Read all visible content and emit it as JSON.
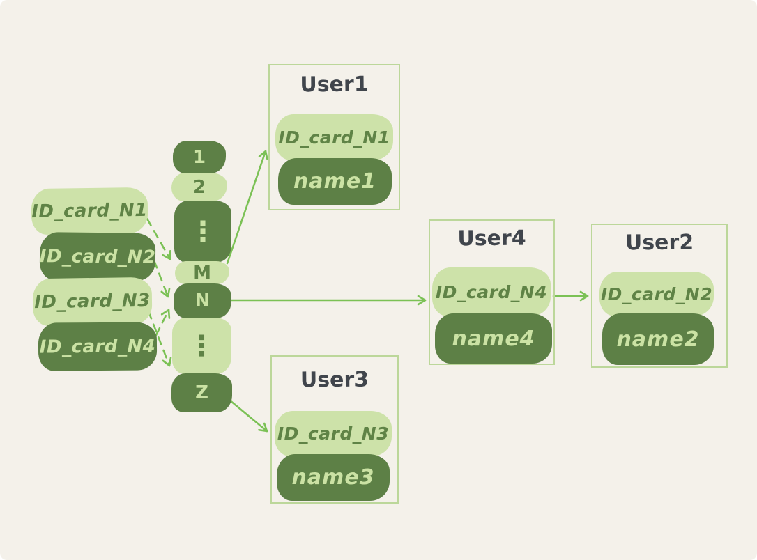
{
  "canvas": {
    "background": "#f4f1ea"
  },
  "palette": {
    "light_green": "#cde2a9",
    "dark_green": "#5d8046",
    "text_on_light": "#5f8346",
    "text_on_dark": "#cbe2a4",
    "box_border": "#bcd79a",
    "arrow_green": "#7bc155",
    "title_text": "#40454c"
  },
  "id_cards": [
    {
      "label": "ID_card_N1",
      "variant": "light"
    },
    {
      "label": "ID_card_N2",
      "variant": "dark"
    },
    {
      "label": "ID_card_N3",
      "variant": "light"
    },
    {
      "label": "ID_card_N4",
      "variant": "dark"
    }
  ],
  "buckets": [
    {
      "label": "1",
      "variant": "dark"
    },
    {
      "label": "2",
      "variant": "light"
    },
    {
      "label": "⋮",
      "variant": "dark"
    },
    {
      "label": "M",
      "variant": "light"
    },
    {
      "label": "N",
      "variant": "dark"
    },
    {
      "label": "⋮",
      "variant": "light"
    },
    {
      "label": "Z",
      "variant": "dark"
    }
  ],
  "users": [
    {
      "title": "User1",
      "id_card": "ID_card_N1",
      "name": "name1"
    },
    {
      "title": "User4",
      "id_card": "ID_card_N4",
      "name": "name4"
    },
    {
      "title": "User2",
      "id_card": "ID_card_N2",
      "name": "name2"
    },
    {
      "title": "User3",
      "id_card": "ID_card_N3",
      "name": "name3"
    }
  ],
  "edges": [
    {
      "from": "ID_card_N1",
      "to": "bucket M",
      "style": "dashed"
    },
    {
      "from": "ID_card_N2",
      "to": "bucket N",
      "style": "dashed"
    },
    {
      "from": "ID_card_N3",
      "to": "bucket Z",
      "style": "dashed"
    },
    {
      "from": "ID_card_N4",
      "to": "bucket N",
      "style": "dashed"
    },
    {
      "from": "bucket M",
      "to": "User1",
      "style": "solid"
    },
    {
      "from": "bucket N",
      "to": "User4",
      "style": "solid"
    },
    {
      "from": "bucket Z",
      "to": "User3",
      "style": "solid"
    },
    {
      "from": "User4",
      "to": "User2",
      "style": "solid"
    }
  ]
}
